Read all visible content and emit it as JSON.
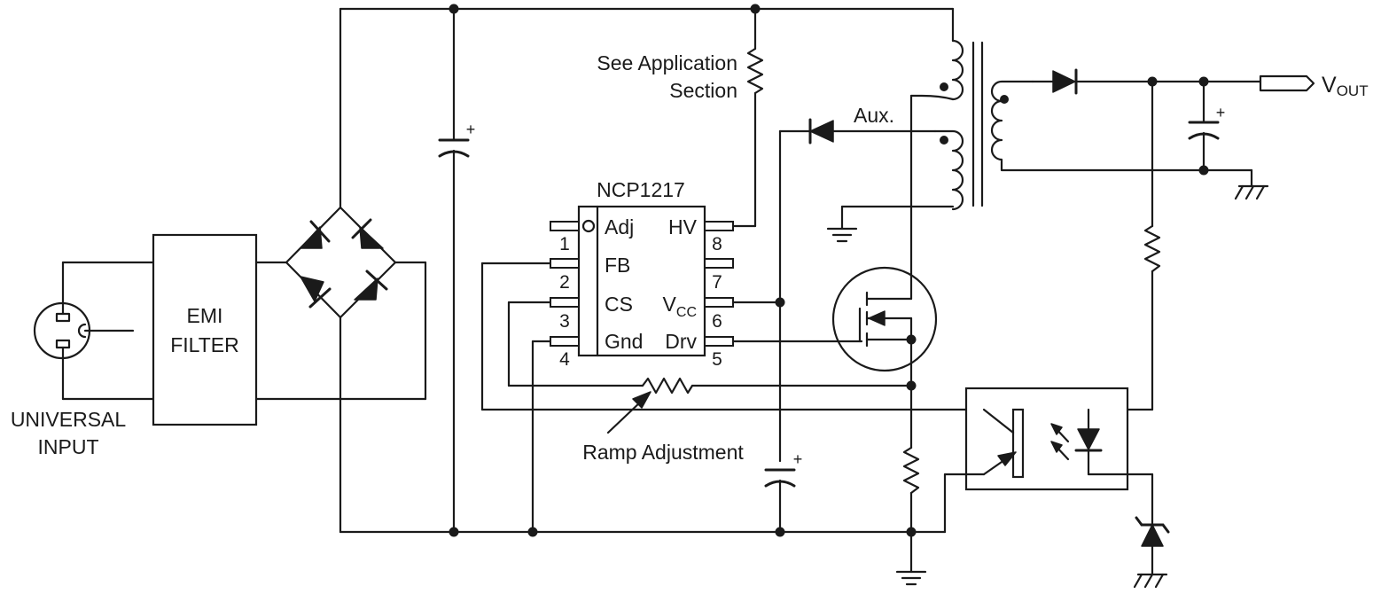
{
  "labels": {
    "universal_input_line1": "UNIVERSAL",
    "universal_input_line2": "INPUT",
    "emi_filter_line1": "EMI",
    "emi_filter_line2": "FILTER",
    "see_application_line1": "See Application",
    "see_application_line2": "Section",
    "ic_name": "NCP1217",
    "aux": "Aux.",
    "ramp_adjustment": "Ramp Adjustment",
    "vout_main": "V",
    "vout_sub": "OUT",
    "cap_polarity": "+"
  },
  "ic": {
    "pins_left": [
      {
        "number": "1",
        "name": "Adj"
      },
      {
        "number": "2",
        "name": "FB"
      },
      {
        "number": "3",
        "name": "CS"
      },
      {
        "number": "4",
        "name": "Gnd"
      }
    ],
    "pins_right": [
      {
        "number": "8",
        "name": "HV",
        "sub": ""
      },
      {
        "number": "7",
        "name": "",
        "sub": ""
      },
      {
        "number": "6",
        "name": "V",
        "sub": "CC"
      },
      {
        "number": "5",
        "name": "Drv",
        "sub": ""
      }
    ]
  },
  "colors": {
    "ink": "#1a1a1a",
    "background": "#ffffff"
  }
}
